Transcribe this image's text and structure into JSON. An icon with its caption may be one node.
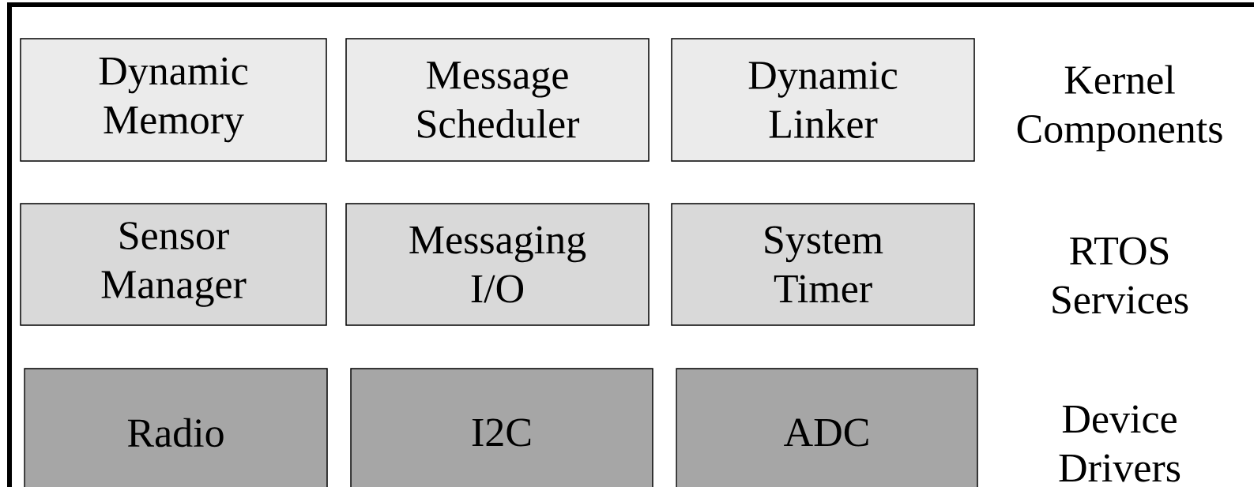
{
  "diagram": {
    "nodes": [
      {
        "text": [
          "Dynamic Memory"
        ]
      },
      {
        "text": [
          "Message Scheduler"
        ]
      },
      {
        "text": [
          "Dynamic Linker"
        ]
      },
      {
        "text": [
          "Sensor Manager"
        ]
      },
      {
        "text": [
          "Messaging I/O"
        ]
      },
      {
        "text": [
          "System Timer"
        ]
      },
      {
        "text": [
          "Radio"
        ]
      },
      {
        "text": [
          "I2C"
        ]
      },
      {
        "text": [
          "ADC"
        ]
      }
    ],
    "labels": [
      "Kernel Components",
      "RTOS Services",
      "Device Drivers"
    ]
  }
}
